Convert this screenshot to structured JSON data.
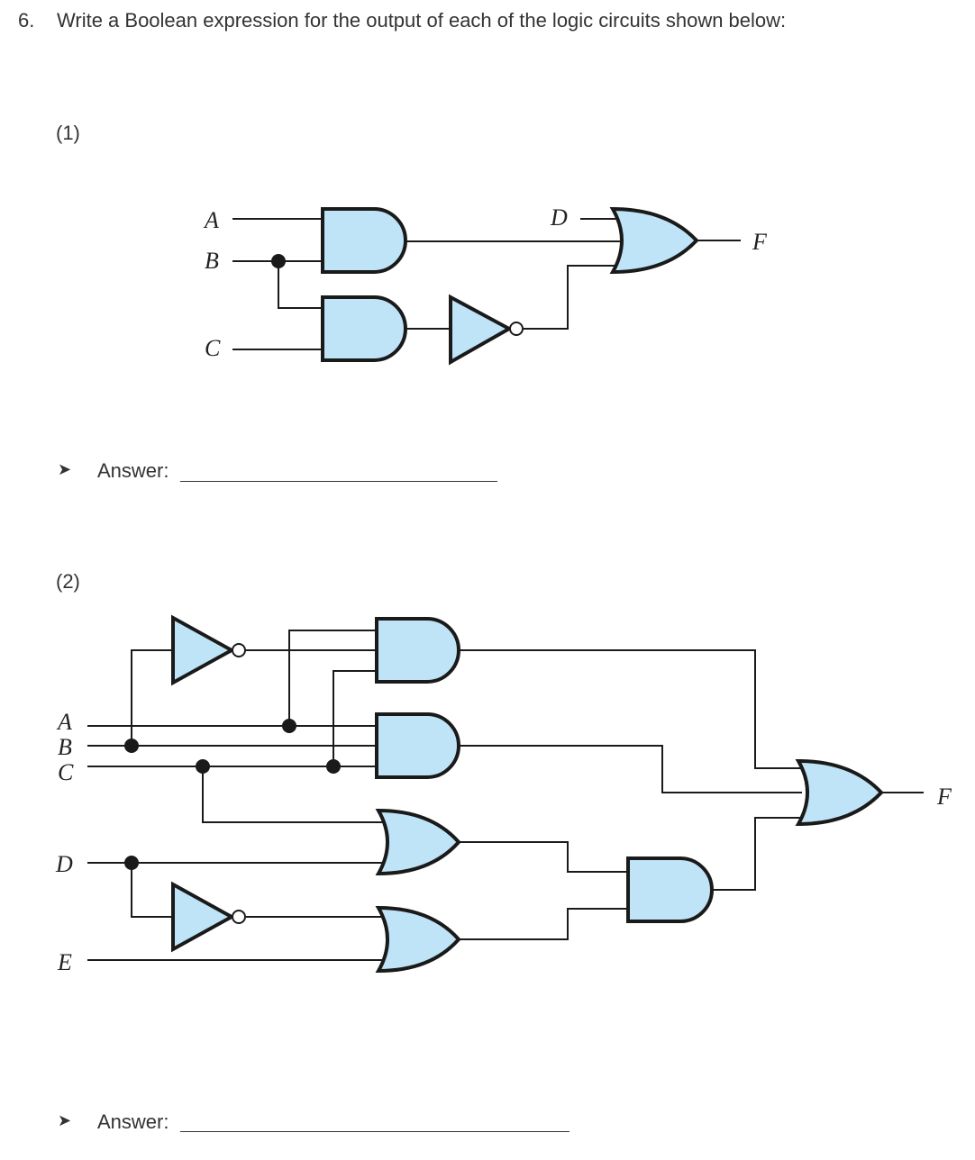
{
  "question": {
    "number": "6.",
    "text": "Write a Boolean expression for the output of each of the logic circuits shown below:"
  },
  "part1": {
    "label": "(1)",
    "inputs": [
      "A",
      "B",
      "C"
    ],
    "intermediate": "D",
    "output": "F",
    "answer_label": "Answer:"
  },
  "part2": {
    "label": "(2)",
    "inputs": [
      "A",
      "B",
      "C",
      "D",
      "E"
    ],
    "output": "F",
    "answer_label": "Answer:"
  },
  "colors": {
    "gate_fill": "#bfe3f7",
    "line": "#1a1a1a"
  },
  "icons": {
    "bullet": "arrowhead-bullet-icon"
  }
}
